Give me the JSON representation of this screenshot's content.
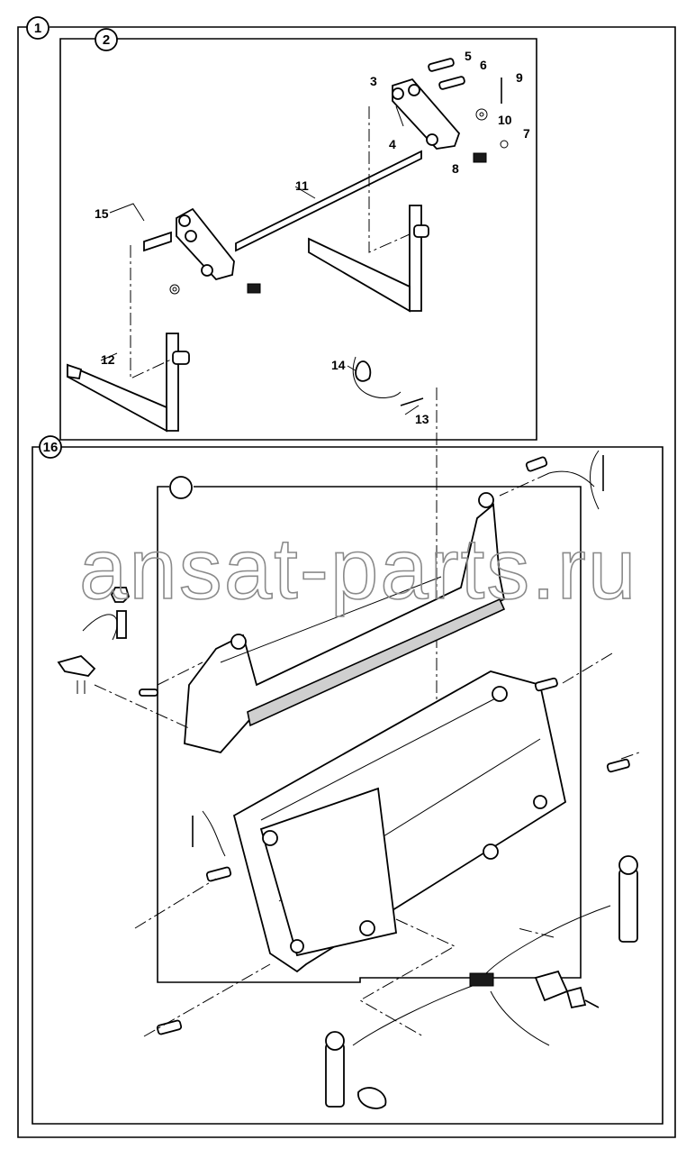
{
  "diagram": {
    "frames": [
      {
        "id": "frame-1",
        "callout": "1"
      },
      {
        "id": "frame-2",
        "callout": "2"
      },
      {
        "id": "frame-16",
        "callout": "16"
      },
      {
        "id": "frame-bucket",
        "callout": ""
      }
    ],
    "part_labels": [
      "3",
      "4",
      "5",
      "6",
      "7",
      "8",
      "9",
      "10",
      "11",
      "12",
      "13",
      "14",
      "15"
    ]
  },
  "watermark": "ansat-parts.ru"
}
